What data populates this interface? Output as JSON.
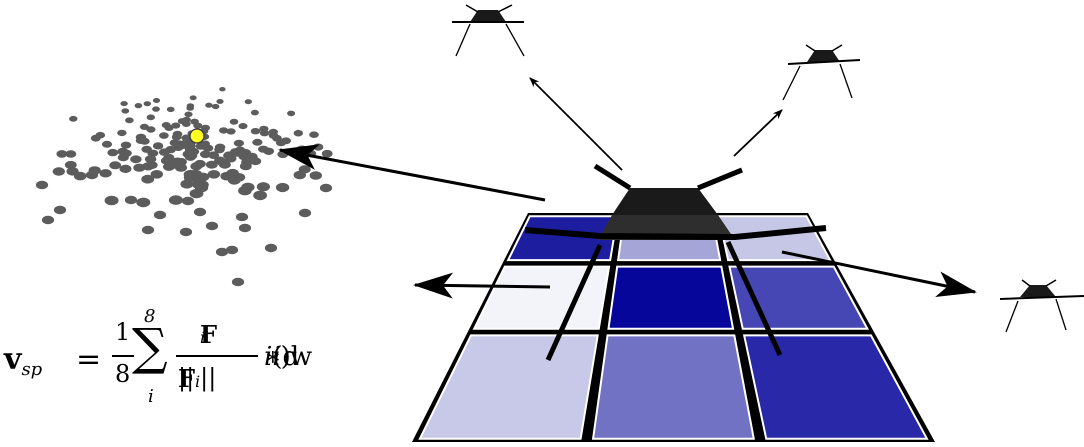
{
  "formula": {
    "lhs": "v",
    "lhs_sub": "sp",
    "equals": "=",
    "frac1_num": "1",
    "frac1_den": "8",
    "sum_upper": "8",
    "sum_symbol": "∑",
    "sum_lower": "i",
    "frac2_num": "F",
    "frac2_num_sub": "i",
    "frac2_den_open": "||",
    "frac2_den_F": "F",
    "frac2_den_sub": "i",
    "frac2_den_close": "||",
    "tail": "∗ w",
    "tail_sub": "i",
    "tail_arg": "(d",
    "tail_arg_sub": "i",
    "tail_close": ")"
  },
  "grid_colors": [
    [
      "#1d1da0",
      "#a5a5d8",
      "#c6c6e6"
    ],
    [
      "#f3f3fa",
      "#06069a",
      "#4646b4"
    ],
    [
      "#c8c8e8",
      "#7272c4",
      "#2828a8"
    ]
  ],
  "colors": {
    "drone": "#1a1a1a",
    "highlight_point": "#ffff22",
    "cloud_points": "#5c5c5c"
  }
}
